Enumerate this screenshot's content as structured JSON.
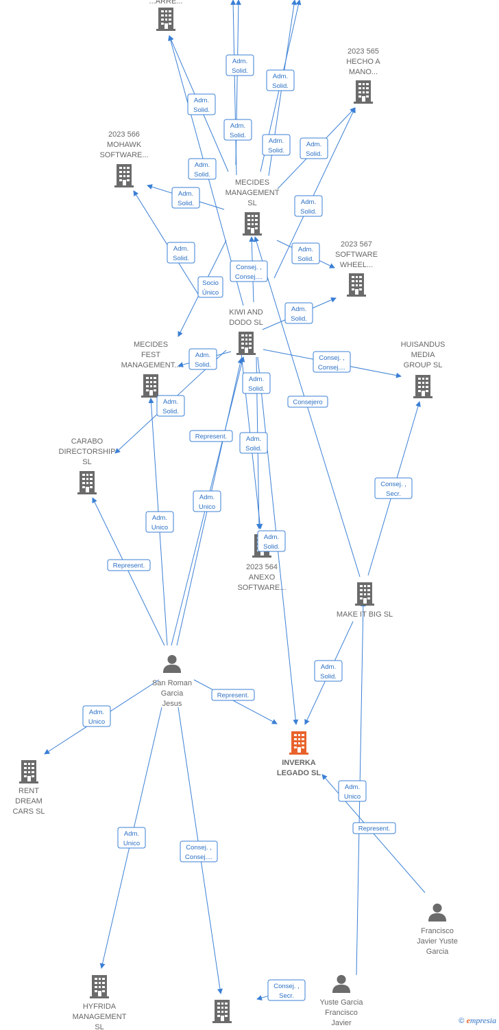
{
  "colors": {
    "edge": "#3a7fd5",
    "node": "#6b6b6b",
    "highlight": "#e8632b",
    "label": "#666666"
  },
  "nodes": [
    {
      "id": "top",
      "type": "company",
      "lines": [
        "...ARRE..."
      ]
    },
    {
      "id": "hecho",
      "type": "company",
      "lines": [
        "2023 565",
        "HECHO A",
        "MANO..."
      ]
    },
    {
      "id": "mohawk",
      "type": "company",
      "lines": [
        "2023 566",
        "MOHAWK",
        "SOFTWARE..."
      ]
    },
    {
      "id": "mecides_mgmt",
      "type": "company",
      "lines": [
        "MECIDES",
        "MANAGEMENT",
        "SL"
      ]
    },
    {
      "id": "wheel",
      "type": "company",
      "lines": [
        "2023 567",
        "SOFTWARE",
        "WHEEL..."
      ]
    },
    {
      "id": "kiwi",
      "type": "company",
      "lines": [
        "KIWI AND",
        "DODO  SL"
      ]
    },
    {
      "id": "mecides_fest",
      "type": "company",
      "lines": [
        "MECIDES",
        "FEST",
        "MANAGEMENT..."
      ]
    },
    {
      "id": "huisandus",
      "type": "company",
      "lines": [
        "HUISANDUS",
        "MEDIA",
        "GROUP  SL"
      ]
    },
    {
      "id": "carabo",
      "type": "company",
      "lines": [
        "CARABO",
        "DIRECTORSHIP",
        "SL"
      ]
    },
    {
      "id": "anexo",
      "type": "company",
      "lines": [
        "2023 564",
        "ANEXO",
        "SOFTWARE..."
      ]
    },
    {
      "id": "makeitbig",
      "type": "company",
      "lines": [
        "MAKE IT BIG  SL"
      ]
    },
    {
      "id": "sanroman",
      "type": "person",
      "lines": [
        "San Roman",
        "Garcia",
        "Jesus"
      ]
    },
    {
      "id": "inverka",
      "type": "company_main",
      "lines": [
        "INVERKA",
        "LEGADO  SL"
      ]
    },
    {
      "id": "rent",
      "type": "company",
      "lines": [
        "RENT",
        "DREAM",
        "CARS  SL"
      ]
    },
    {
      "id": "fjyg",
      "type": "person",
      "lines": [
        "Francisco",
        "Javier Yuste",
        "Garcia"
      ]
    },
    {
      "id": "hyfrida",
      "type": "company",
      "lines": [
        "HYFRIDA",
        "MANAGEMENT",
        "SL"
      ]
    },
    {
      "id": "bottom",
      "type": "company",
      "lines": []
    },
    {
      "id": "ygfj",
      "type": "person",
      "lines": [
        "Yuste Garcia",
        "Francisco",
        "Javier"
      ]
    }
  ],
  "edges": [
    {
      "label": [
        "Adm.",
        "Solid."
      ]
    },
    {
      "label": [
        "Adm.",
        "Solid."
      ]
    },
    {
      "label": [
        "Adm.",
        "Solid."
      ]
    },
    {
      "label": [
        "Adm.",
        "Solid."
      ]
    },
    {
      "label": [
        "Adm.",
        "Solid."
      ]
    },
    {
      "label": [
        "Adm.",
        "Solid."
      ]
    },
    {
      "label": [
        "Adm.",
        "Solid."
      ]
    },
    {
      "label": [
        "Adm.",
        "Solid."
      ]
    },
    {
      "label": [
        "Adm.",
        "Solid."
      ]
    },
    {
      "label": [
        "Adm.",
        "Solid."
      ]
    },
    {
      "label": [
        "Adm.",
        "Solid."
      ]
    },
    {
      "label": [
        "Consej. ,",
        "Consej...."
      ]
    },
    {
      "label": [
        "Socio",
        "Único"
      ]
    },
    {
      "label": [
        "Adm.",
        "Solid."
      ]
    },
    {
      "label": [
        "Adm.",
        "Solid."
      ]
    },
    {
      "label": [
        "Consej. ,",
        "Consej...."
      ]
    },
    {
      "label": [
        "Adm.",
        "Solid."
      ]
    },
    {
      "label": [
        "Consejero"
      ]
    },
    {
      "label": [
        "Adm.",
        "Solid."
      ]
    },
    {
      "label": [
        "Represent."
      ]
    },
    {
      "label": [
        "Adm.",
        "Solid."
      ]
    },
    {
      "label": [
        "Adm.",
        "Unico"
      ]
    },
    {
      "label": [
        "Consej. ,",
        "Secr."
      ]
    },
    {
      "label": [
        "Adm.",
        "Unico"
      ]
    },
    {
      "label": [
        "Represent."
      ]
    },
    {
      "label": [
        "Adm.",
        "Solid."
      ]
    },
    {
      "label": [
        "Adm.",
        "Solid."
      ]
    },
    {
      "label": [
        "Represent."
      ]
    },
    {
      "label": [
        "Adm.",
        "Unico"
      ]
    },
    {
      "label": [
        "Adm.",
        "Unico"
      ]
    },
    {
      "label": [
        "Represent."
      ]
    },
    {
      "label": [
        "Adm.",
        "Unico"
      ]
    },
    {
      "label": [
        "Consej. ,",
        "Consej...."
      ]
    },
    {
      "label": [
        "Consej. ,",
        "Secr."
      ]
    }
  ],
  "footer": {
    "copyright_symbol": "©",
    "brand_first": "e",
    "brand_rest": "mpresia"
  }
}
